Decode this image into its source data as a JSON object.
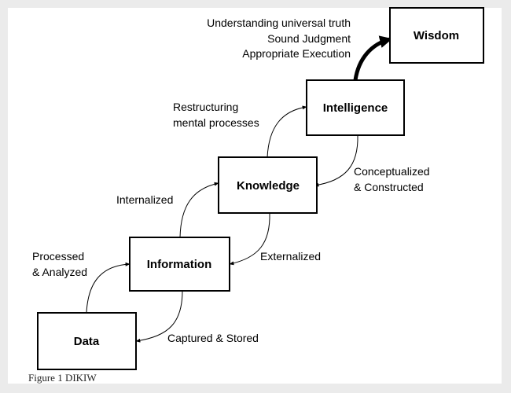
{
  "diagram": {
    "nodes": [
      {
        "id": "data",
        "label": "Data"
      },
      {
        "id": "information",
        "label": "Information"
      },
      {
        "id": "knowledge",
        "label": "Knowledge"
      },
      {
        "id": "intelligence",
        "label": "Intelligence"
      },
      {
        "id": "wisdom",
        "label": "Wisdom"
      }
    ],
    "annotations": {
      "processed_line1": "Processed",
      "processed_line2": "& Analyzed",
      "captured": "Captured & Stored",
      "internalized": "Internalized",
      "externalized": "Externalized",
      "restructuring_line1": "Restructuring",
      "restructuring_line2": "mental processes",
      "conceptualized_line1": "Conceptualized",
      "conceptualized_line2": "& Constructed",
      "wisdom_line1": "Understanding universal truth",
      "wisdom_line2": "Sound Judgment",
      "wisdom_line3": "Appropriate Execution"
    },
    "edges": [
      {
        "from": "data",
        "to": "information",
        "label": "Processed & Analyzed"
      },
      {
        "from": "information",
        "to": "data",
        "label": "Captured & Stored"
      },
      {
        "from": "information",
        "to": "knowledge",
        "label": "Internalized"
      },
      {
        "from": "knowledge",
        "to": "information",
        "label": "Externalized"
      },
      {
        "from": "knowledge",
        "to": "intelligence",
        "label": "Restructuring mental processes"
      },
      {
        "from": "intelligence",
        "to": "knowledge",
        "label": "Conceptualized & Constructed"
      },
      {
        "from": "intelligence",
        "to": "wisdom",
        "label": "Understanding universal truth, Sound Judgment, Appropriate Execution"
      }
    ],
    "caption": "Figure 1 DIKIW"
  }
}
